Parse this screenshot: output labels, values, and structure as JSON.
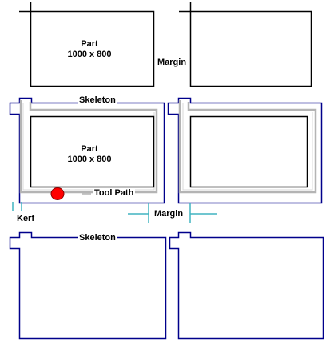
{
  "part": {
    "name": "Part",
    "size": "1000 x 800"
  },
  "labels": {
    "margin": "Margin",
    "skeleton": "Skeleton",
    "tool_path": "Tool Path",
    "kerf": "Kerf"
  },
  "colors": {
    "part_outline": "#000000",
    "skeleton_outline": "#00008b",
    "tool_path": "#b4b4b4",
    "dimension": "#40b4c0",
    "start_point": "#ff0000"
  }
}
